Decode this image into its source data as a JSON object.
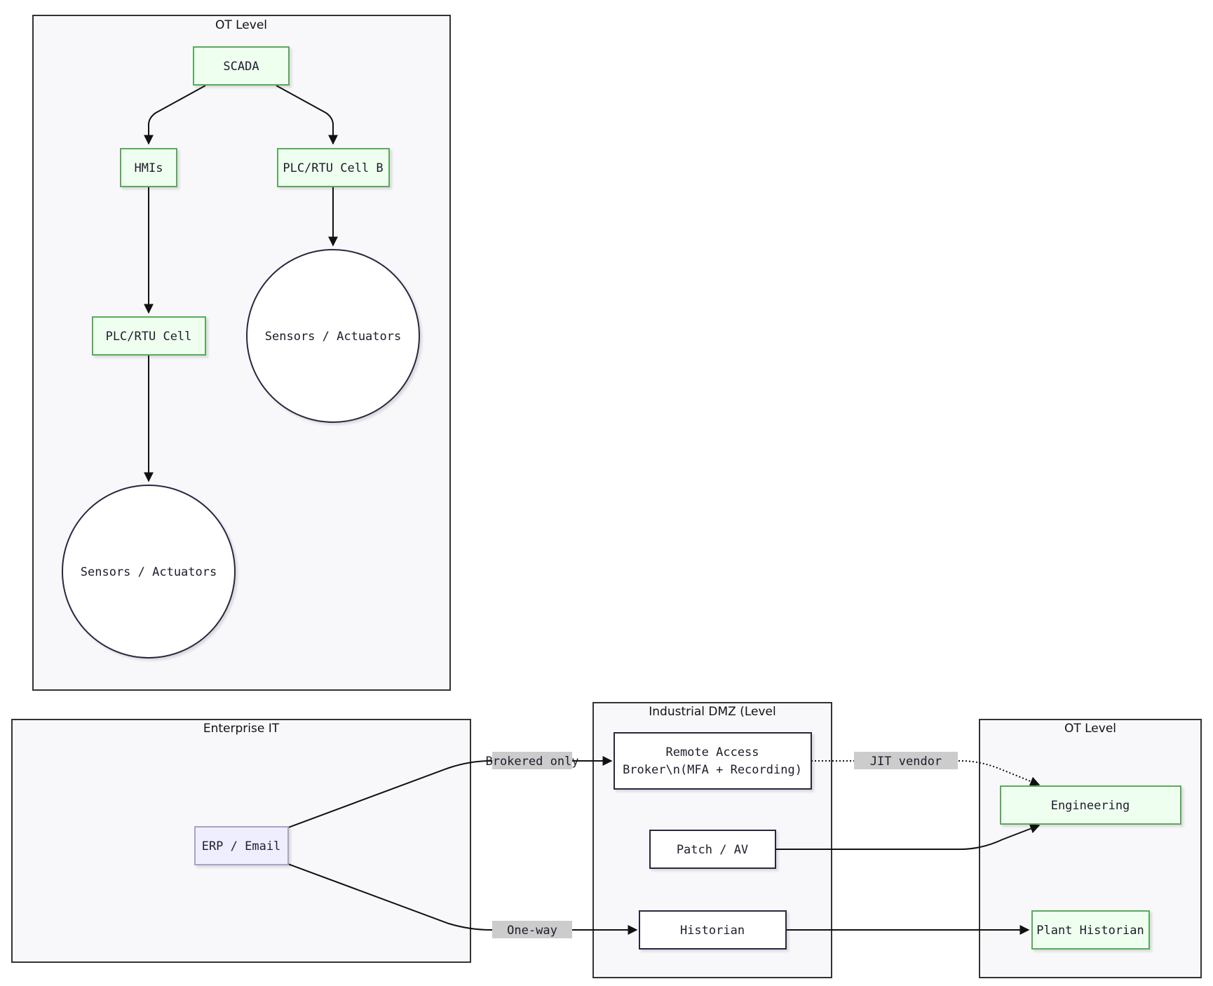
{
  "clusters": {
    "ot_top": {
      "title": "OT Level"
    },
    "enterprise": {
      "title": "Enterprise IT"
    },
    "dmz": {
      "title": "Industrial DMZ (Level"
    },
    "ot_bottom": {
      "title": "OT Level"
    }
  },
  "nodes": {
    "scada": "SCADA",
    "hmis": "HMIs",
    "plc_b": "PLC/RTU Cell B",
    "plc": "PLC/RTU Cell",
    "sensors_a": "Sensors / Actuators",
    "sensors_b": "Sensors / Actuators",
    "erp": "ERP / Email",
    "remote_access": [
      "Remote Access",
      "Broker\\n(MFA + Recording)"
    ],
    "patch": "Patch / AV",
    "historian": "Historian",
    "engineering": "Engineering",
    "plant_historian": "Plant Historian"
  },
  "edge_labels": {
    "brokered": "Brokered only",
    "oneway": "One-way",
    "jit": "JIT vendor"
  },
  "colors": {
    "ot_node_fill": "#efffef",
    "ot_node_stroke": "#5aaa5a",
    "it_node_fill": "#eeeeff",
    "cluster_fill": "#f8f8fb",
    "edge_label_bg": "#cccccc"
  }
}
